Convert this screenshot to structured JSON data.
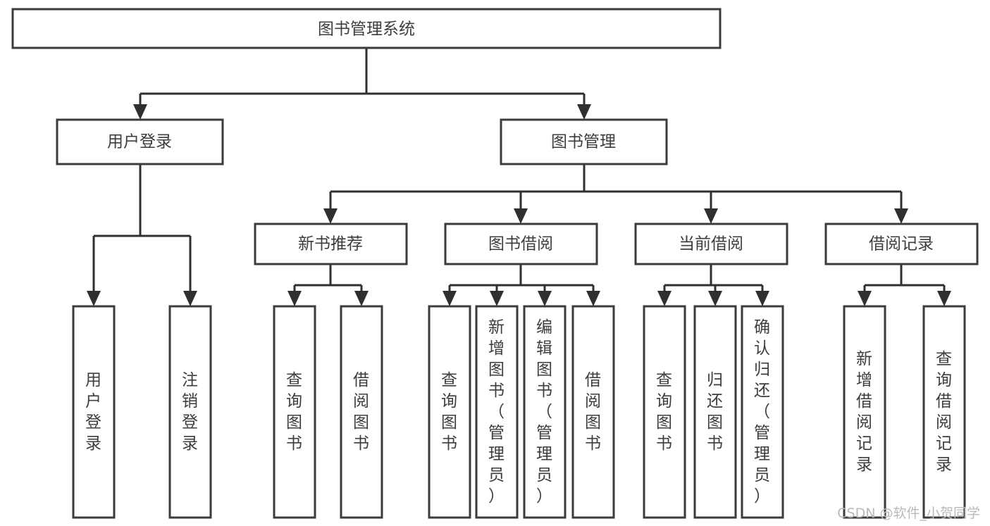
{
  "diagram": {
    "title": "图书管理系统",
    "type": "tree-hierarchy",
    "levels": [
      {
        "level": 1,
        "nodes": [
          {
            "id": "root",
            "label": "图书管理系统",
            "orientation": "horizontal"
          }
        ]
      },
      {
        "level": 2,
        "nodes": [
          {
            "id": "login",
            "label": "用户登录",
            "orientation": "horizontal",
            "parent": "root"
          },
          {
            "id": "bookmgmt",
            "label": "图书管理",
            "orientation": "horizontal",
            "parent": "root"
          }
        ]
      },
      {
        "level": 3,
        "nodes": [
          {
            "id": "newbook",
            "label": "新书推荐",
            "orientation": "horizontal",
            "parent": "bookmgmt"
          },
          {
            "id": "borrow",
            "label": "图书借阅",
            "orientation": "horizontal",
            "parent": "bookmgmt"
          },
          {
            "id": "current",
            "label": "当前借阅",
            "orientation": "horizontal",
            "parent": "bookmgmt"
          },
          {
            "id": "records",
            "label": "借阅记录",
            "orientation": "horizontal",
            "parent": "bookmgmt"
          }
        ]
      },
      {
        "level": 4,
        "nodes": [
          {
            "id": "leaf-1",
            "label": "用户登录",
            "orientation": "vertical",
            "parent": "login"
          },
          {
            "id": "leaf-2",
            "label": "注销登录",
            "orientation": "vertical",
            "parent": "login"
          },
          {
            "id": "leaf-3",
            "label": "查询图书",
            "orientation": "vertical",
            "parent": "newbook"
          },
          {
            "id": "leaf-4",
            "label": "借阅图书",
            "orientation": "vertical",
            "parent": "newbook"
          },
          {
            "id": "leaf-5",
            "label": "查询图书",
            "orientation": "vertical",
            "parent": "borrow"
          },
          {
            "id": "leaf-6",
            "label": "新增图书（管理员）",
            "orientation": "vertical",
            "parent": "borrow"
          },
          {
            "id": "leaf-7",
            "label": "编辑图书（管理员）",
            "orientation": "vertical",
            "parent": "borrow"
          },
          {
            "id": "leaf-8",
            "label": "借阅图书",
            "orientation": "vertical",
            "parent": "borrow"
          },
          {
            "id": "leaf-9",
            "label": "查询图书",
            "orientation": "vertical",
            "parent": "current"
          },
          {
            "id": "leaf-10",
            "label": "归还图书",
            "orientation": "vertical",
            "parent": "current"
          },
          {
            "id": "leaf-11",
            "label": "确认归还（管理员）",
            "orientation": "vertical",
            "parent": "current"
          },
          {
            "id": "leaf-12",
            "label": "新增借阅记录",
            "orientation": "vertical",
            "parent": "records"
          },
          {
            "id": "leaf-13",
            "label": "查询借阅记录",
            "orientation": "vertical",
            "parent": "records"
          }
        ]
      }
    ],
    "colors": {
      "box_stroke": "#3b3b3b",
      "box_fill": "#ffffff",
      "text": "#3d3d3d",
      "connector": "#2f2f2f",
      "background": "#ffffff",
      "watermark": "#b9b9b9"
    }
  },
  "watermark": {
    "text": "CSDN @软件_小贺同学"
  }
}
